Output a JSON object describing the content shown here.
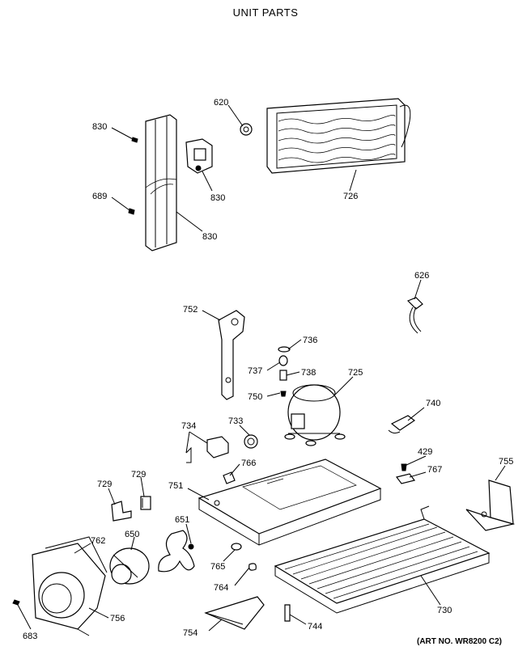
{
  "title": "UNIT PARTS",
  "art_number": "(ART NO. WR8200 C2)",
  "callouts": {
    "c830a": "830",
    "c830b": "830",
    "c830c": "830",
    "c689": "689",
    "c620": "620",
    "c726": "726",
    "c626": "626",
    "c752": "752",
    "c736": "736",
    "c737": "737",
    "c738": "738",
    "c750": "750",
    "c725": "725",
    "c740": "740",
    "c734": "734",
    "c733": "733",
    "c766": "766",
    "c429": "429",
    "c767": "767",
    "c755": "755",
    "c751": "751",
    "c729a": "729",
    "c729b": "729",
    "c651": "651",
    "c650": "650",
    "c762": "762",
    "c765": "765",
    "c764": "764",
    "c730": "730",
    "c756": "756",
    "c754": "754",
    "c744": "744",
    "c683": "683"
  }
}
